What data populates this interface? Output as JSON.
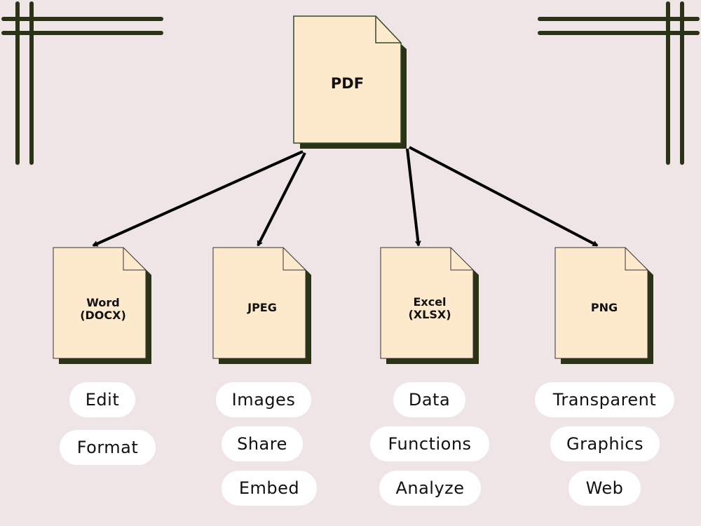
{
  "colors": {
    "background": "#efe4e6",
    "document_fill": "#fde9cc",
    "document_shadow": "#2b3316",
    "line": "#000000",
    "corner_lines": "#2b3316",
    "pill_fill": "#ffffff"
  },
  "root": {
    "label": "PDF"
  },
  "targets": [
    {
      "line1": "Word",
      "line2": "(DOCX)",
      "features": [
        "Edit",
        "Format"
      ]
    },
    {
      "line1": "JPEG",
      "line2": "",
      "features": [
        "Images",
        "Share",
        "Embed"
      ]
    },
    {
      "line1": "Excel",
      "line2": "(XLSX)",
      "features": [
        "Data",
        "Functions",
        "Analyze"
      ]
    },
    {
      "line1": "PNG",
      "line2": "",
      "features": [
        "Transparent",
        "Graphics",
        "Web"
      ]
    }
  ]
}
